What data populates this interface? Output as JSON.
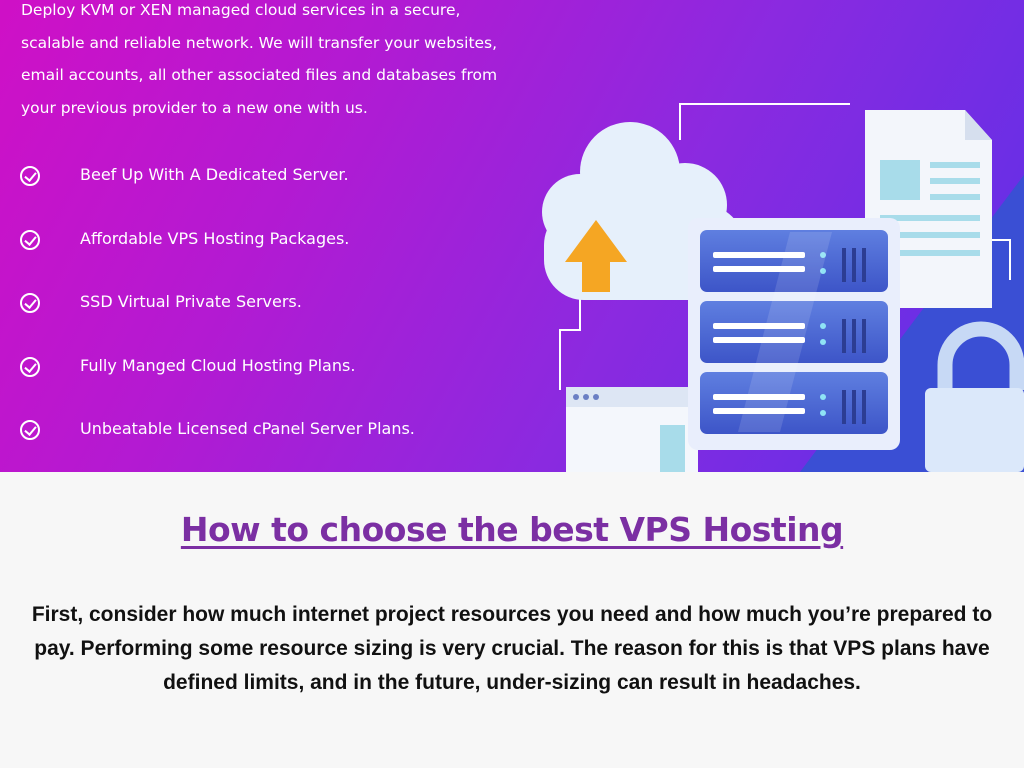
{
  "banner": {
    "intro": "Deploy KVM or XEN managed cloud services in a secure, scalable and reliable network. We will transfer your websites, email accounts, all other associated files and databases from your previous provider to a new one with us.",
    "features": [
      "Beef Up With A Dedicated Server.",
      "Affordable VPS Hosting Packages.",
      "SSD Virtual Private Servers.",
      "Fully Manged Cloud Hosting Plans.",
      "Unbeatable Licensed cPanel Server Plans."
    ],
    "feature_icon": "check-circle-icon",
    "colors": {
      "gradient_start": "#cf10c6",
      "gradient_end": "#5b30e8"
    }
  },
  "section": {
    "title": "How to choose the best VPS Hosting",
    "body": "First, consider how much internet project resources you need and how much you’re prepared to pay. Performing some resource sizing is very crucial. The reason for this is that VPS plans have defined limits, and in the future, under-sizing can result in headaches.",
    "title_color": "#7b2fa3"
  }
}
